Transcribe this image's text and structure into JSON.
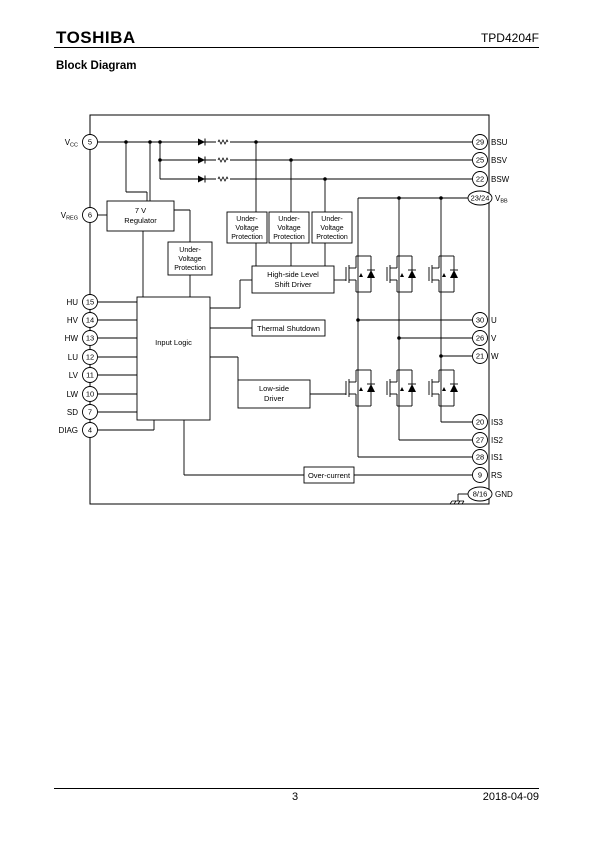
{
  "header": {
    "logo_text": "TOSHIBA",
    "part_number": "TPD4204F"
  },
  "section_title": "Block Diagram",
  "diagram": {
    "left_pins": [
      {
        "label": "V",
        "sub": "CC",
        "number": "5"
      },
      {
        "label": "V",
        "sub": "REG",
        "number": "6"
      },
      {
        "label": "HU",
        "number": "15"
      },
      {
        "label": "HV",
        "number": "14"
      },
      {
        "label": "HW",
        "number": "13"
      },
      {
        "label": "LU",
        "number": "12"
      },
      {
        "label": "LV",
        "number": "11"
      },
      {
        "label": "LW",
        "number": "10"
      },
      {
        "label": "SD",
        "number": "7"
      },
      {
        "label": "DIAG",
        "number": "4"
      }
    ],
    "right_pins": [
      {
        "label": "BSU",
        "number": "29"
      },
      {
        "label": "BSV",
        "number": "25"
      },
      {
        "label": "BSW",
        "number": "22"
      },
      {
        "label": "V",
        "sub": "BB",
        "number": "23/24"
      },
      {
        "label": "U",
        "number": "30"
      },
      {
        "label": "V",
        "number": "26"
      },
      {
        "label": "W",
        "number": "21"
      },
      {
        "label": "IS3",
        "number": "20"
      },
      {
        "label": "IS2",
        "number": "27"
      },
      {
        "label": "IS1",
        "number": "28"
      },
      {
        "label": "RS",
        "number": "9"
      },
      {
        "label": "GND",
        "number": "8/16"
      }
    ],
    "blocks": {
      "regulator": [
        "7 V",
        "Regulator"
      ],
      "uvp_main": [
        "Under-",
        "Voltage",
        "Protection"
      ],
      "uvp_1": [
        "Under-",
        "Voltage",
        "Protection"
      ],
      "uvp_2": [
        "Under-",
        "Voltage",
        "Protection"
      ],
      "uvp_3": [
        "Under-",
        "Voltage",
        "Protection"
      ],
      "input_logic": "Input Logic",
      "hs_driver": [
        "High-side Level",
        "Shift Driver"
      ],
      "thermal": "Thermal Shutdown",
      "ls_driver": [
        "Low-side",
        "Driver"
      ],
      "overcurrent": "Over-current"
    }
  },
  "footer": {
    "page_number": "3",
    "date": "2018-04-09"
  }
}
